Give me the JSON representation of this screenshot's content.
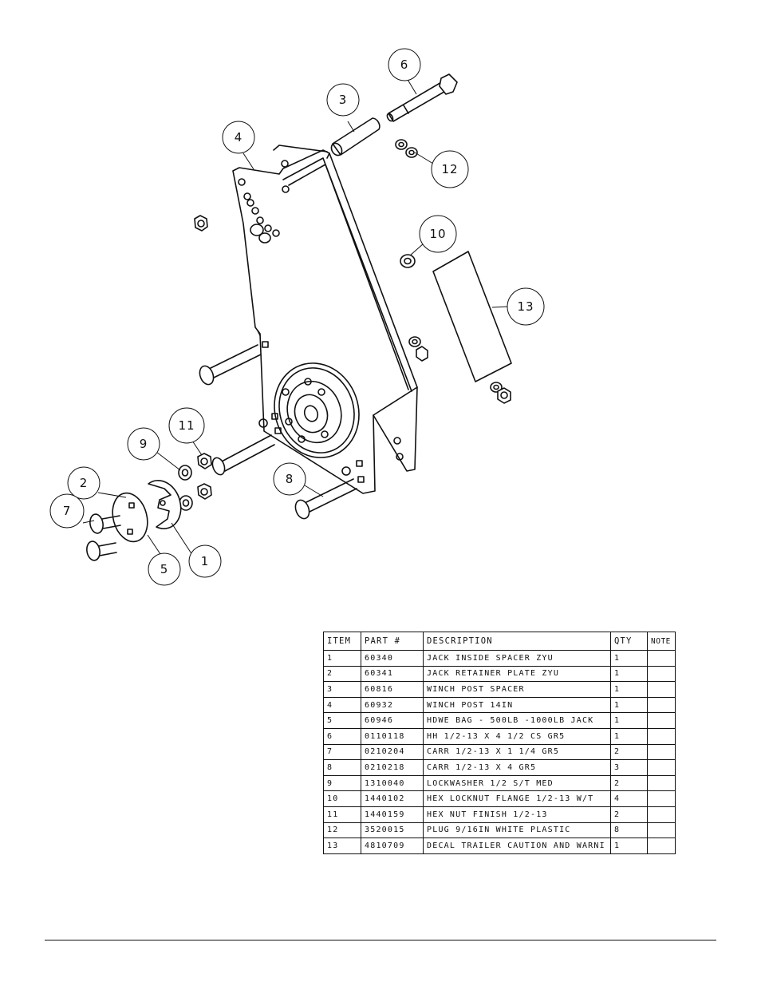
{
  "balloons": [
    "1",
    "2",
    "3",
    "4",
    "5",
    "6",
    "7",
    "8",
    "9",
    "10",
    "11",
    "12",
    "13"
  ],
  "bom": {
    "headers": {
      "item": "ITEM",
      "part": "PART #",
      "description": "DESCRIPTION",
      "qty": "QTY",
      "note": "NOTE"
    },
    "rows": [
      {
        "item": "1",
        "part": "60340",
        "description": "JACK INSIDE SPACER ZYU",
        "qty": "1"
      },
      {
        "item": "2",
        "part": "60341",
        "description": "JACK RETAINER PLATE ZYU",
        "qty": "1"
      },
      {
        "item": "3",
        "part": "60816",
        "description": "WINCH POST SPACER",
        "qty": "1"
      },
      {
        "item": "4",
        "part": "60932",
        "description": "WINCH POST   14IN",
        "qty": "1"
      },
      {
        "item": "5",
        "part": "60946",
        "description": "HDWE BAG - 500LB -1000LB JACK",
        "qty": "1"
      },
      {
        "item": "6",
        "part": "0110118",
        "description": "HH 1/2-13 X 4 1/2 CS GR5",
        "qty": "1"
      },
      {
        "item": "7",
        "part": "0210204",
        "description": "CARR 1/2-13 X 1 1/4 GR5",
        "qty": "2"
      },
      {
        "item": "8",
        "part": "0210218",
        "description": "CARR 1/2-13 X 4 GR5",
        "qty": "3"
      },
      {
        "item": "9",
        "part": "1310040",
        "description": "LOCKWASHER 1/2 S/T MED",
        "qty": "2"
      },
      {
        "item": "10",
        "part": "1440102",
        "description": "HEX LOCKNUT FLANGE 1/2-13 W/T",
        "qty": "4"
      },
      {
        "item": "11",
        "part": "1440159",
        "description": "HEX NUT FINISH 1/2-13",
        "qty": "2"
      },
      {
        "item": "12",
        "part": "3520015",
        "description": "PLUG   9/16IN WHITE PLASTIC",
        "qty": "8"
      },
      {
        "item": "13",
        "part": "4810709",
        "description": "DECAL TRAILER CAUTION AND WARNI",
        "qty": "1"
      }
    ]
  }
}
